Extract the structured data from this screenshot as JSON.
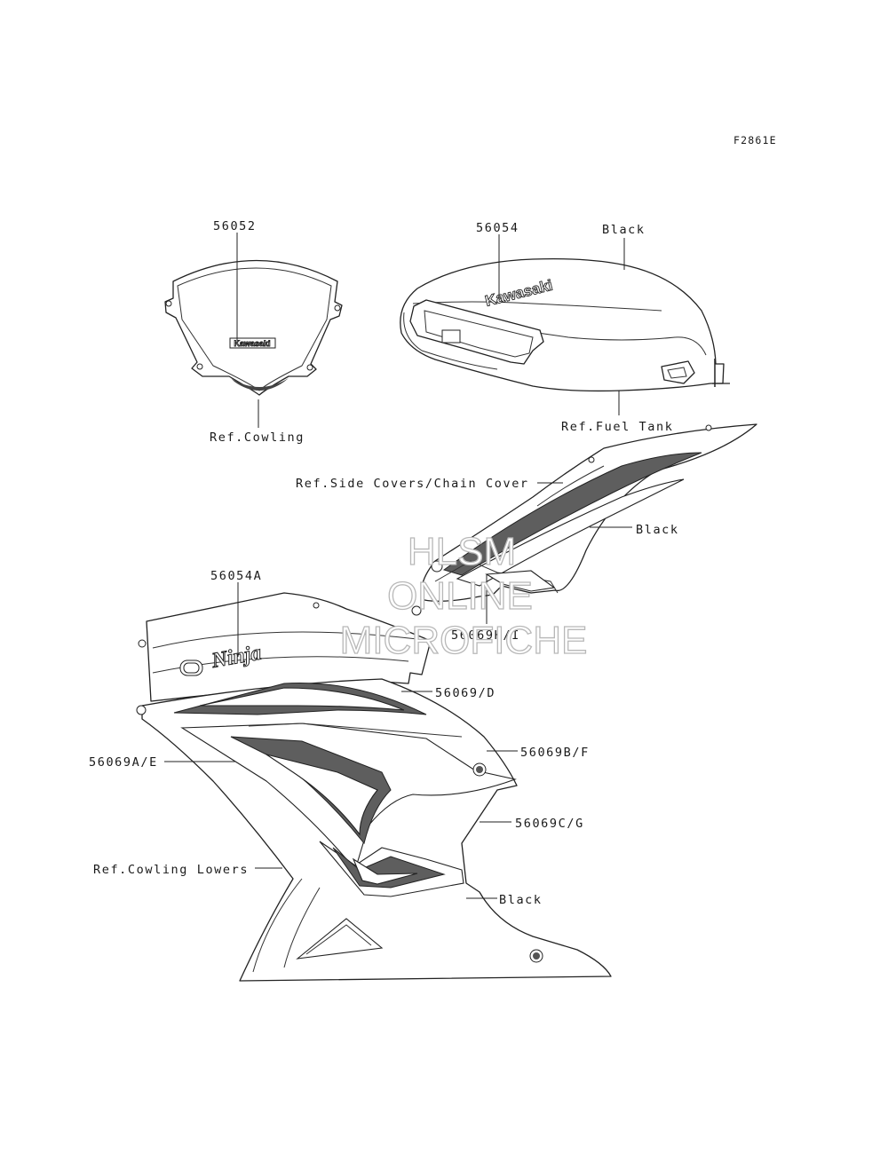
{
  "figure_code": "F2861E",
  "labels": {
    "part_56052": "56052",
    "ref_cowling": "Ref.Cowling",
    "part_56054": "56054",
    "black_tank": "Black",
    "ref_fuel_tank": "Ref.Fuel Tank",
    "ref_side_covers": "Ref.Side Covers/Chain Cover",
    "black_side": "Black",
    "part_56069HI": "56069H/I",
    "part_56054A": "56054A",
    "part_56069D": "56069/D",
    "part_56069BF": "56069B/F",
    "part_56069AE": "56069A/E",
    "part_56069CG": "56069C/G",
    "ref_cowling_lowers": "Ref.Cowling Lowers",
    "black_lower": "Black"
  },
  "logos": {
    "windshield": "Kawasaki",
    "tank": "Kawasaki",
    "cowl": "Ninja"
  },
  "watermark": {
    "line1": "HLSM",
    "line2": "ONLINE",
    "line3": "MICROFICHE"
  }
}
